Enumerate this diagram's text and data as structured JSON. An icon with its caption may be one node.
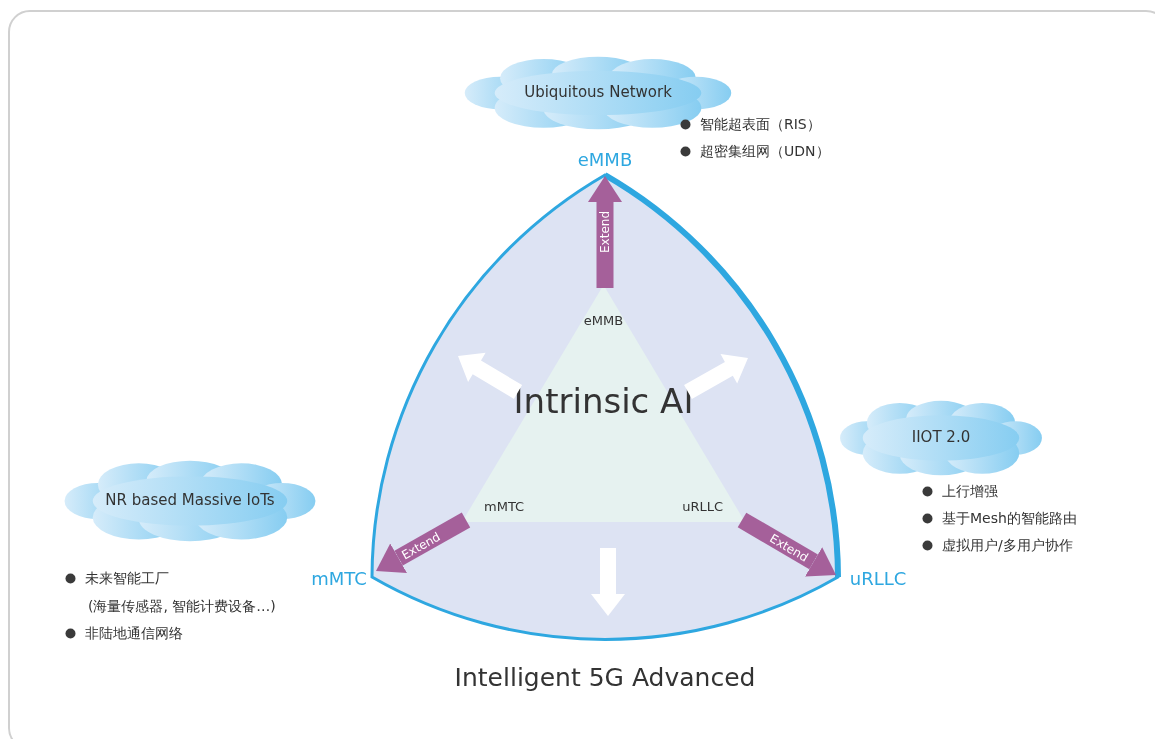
{
  "diagram": {
    "nodes": [
      {
        "text": [
          "Intelligent 5G Advanced"
        ]
      },
      {
        "text": [
          "eMMB",
          "Intrinsic AI",
          "mMTC",
          "uRLLC"
        ],
        "in": 0
      },
      {
        "text": [
          "eMMB"
        ]
      },
      {
        "text": [
          "mMTC"
        ]
      },
      {
        "text": [
          "uRLLC"
        ]
      },
      {
        "text": [
          "Ubiquitous Network"
        ],
        "beside": [
          "智能超表面（RIS）",
          "超密集组网（UDN）"
        ]
      },
      {
        "text": [
          "IIOT 2.0"
        ],
        "beside": [
          "上行增强",
          "基于Mesh的智能路由",
          "虚拟用户/多用户协作"
        ]
      },
      {
        "text": [
          "NR based Massive IoTs"
        ],
        "beside": [
          "未来智能工厂",
          "(海量传感器, 智能计费设备…)",
          "非陆地通信网络"
        ]
      }
    ],
    "edges": [
      {
        "from": 1,
        "to": 2,
        "arrow": "to",
        "label": "Extend"
      },
      {
        "from": 1,
        "to": 3,
        "arrow": "to",
        "label": "Extend"
      },
      {
        "from": 1,
        "to": 4,
        "arrow": "to",
        "label": "Extend"
      }
    ]
  }
}
